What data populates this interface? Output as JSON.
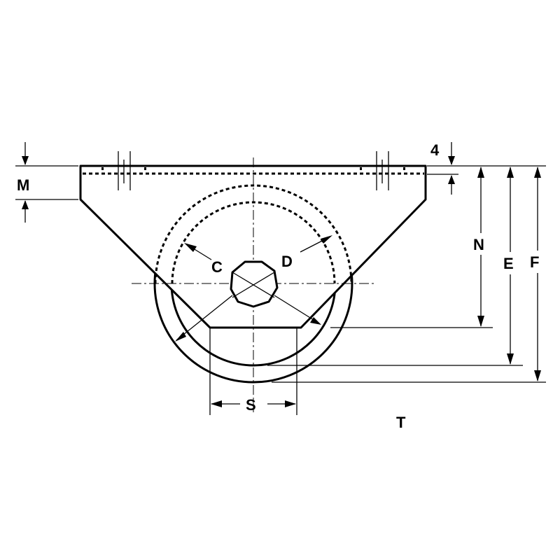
{
  "labels": {
    "m": "M",
    "four": "4",
    "n": "N",
    "e": "E",
    "f": "F",
    "c": "C",
    "d": "D",
    "s": "S",
    "t": "T"
  },
  "colors": {
    "line": "#000000",
    "background": "#ffffff"
  }
}
